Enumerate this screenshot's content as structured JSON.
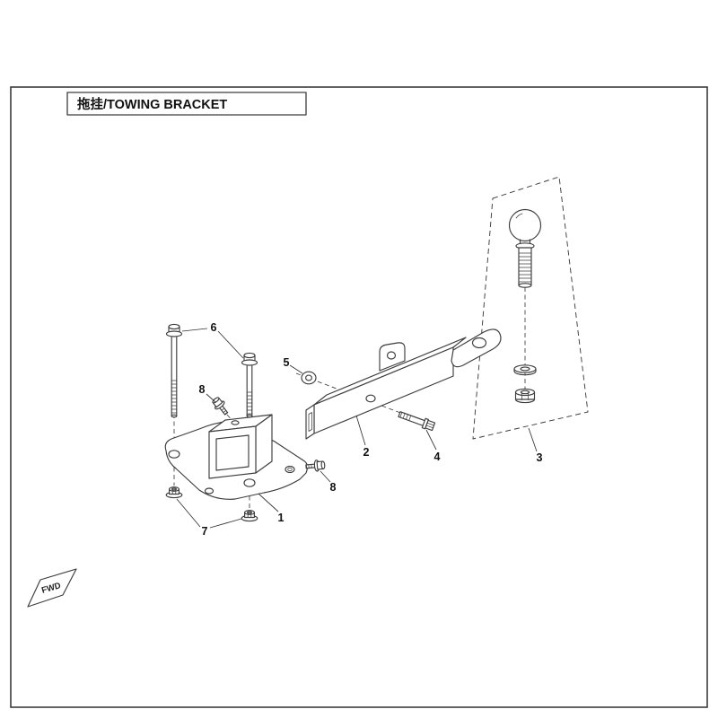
{
  "header": {
    "title": "拖挂/TOWING BRACKET"
  },
  "diagram": {
    "fwd_label": "FWD",
    "callouts": [
      {
        "label": "1"
      },
      {
        "label": "2"
      },
      {
        "label": "3"
      },
      {
        "label": "4"
      },
      {
        "label": "5"
      },
      {
        "label": "6"
      },
      {
        "label": "7"
      },
      {
        "label": "8"
      },
      {
        "label": "8"
      }
    ]
  },
  "colors": {
    "ink": "#3d3d3d",
    "text": "#111111"
  }
}
